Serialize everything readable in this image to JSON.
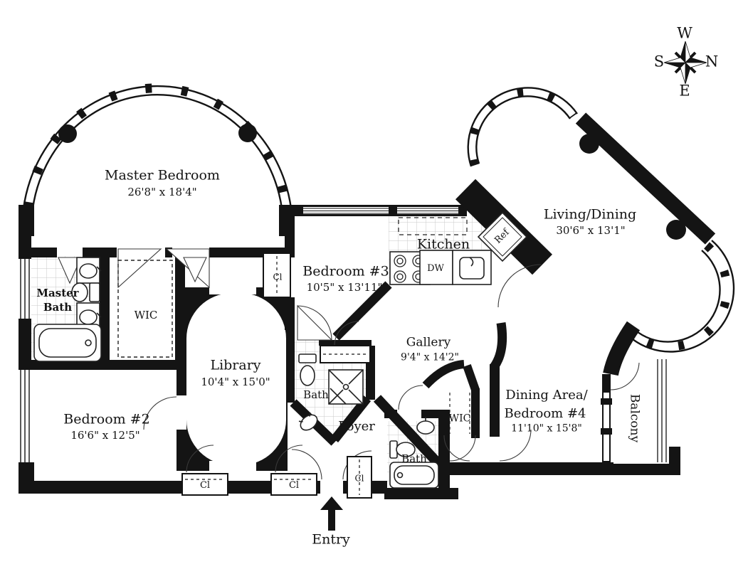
{
  "compass": {
    "w": "W",
    "n": "N",
    "s": "S",
    "e": "E"
  },
  "rooms": {
    "master_bedroom": {
      "name": "Master Bedroom",
      "dims": "26'8\" x 18'4\""
    },
    "master_bath": {
      "line1": "Master",
      "line2": "Bath"
    },
    "wic_master": {
      "name": "WIC"
    },
    "bedroom_2": {
      "name": "Bedroom #2",
      "dims": "16'6\" x 12'5\""
    },
    "library": {
      "name": "Library",
      "dims": "10'4\" x 15'0\""
    },
    "bedroom_3": {
      "name": "Bedroom #3",
      "dims": "10'5\" x 13'11\""
    },
    "kitchen": {
      "name": "Kitchen"
    },
    "gallery": {
      "name": "Gallery",
      "dims": "9'4\" x 14'2\""
    },
    "foyer": {
      "name": "Foyer"
    },
    "bath_1": {
      "name": "Bath"
    },
    "bath_2": {
      "name": "Bath"
    },
    "wic_hall": {
      "name": "WIC"
    },
    "dining_area": {
      "line1": "Dining Area/",
      "line2": "Bedroom #4",
      "dims": "11'10\" x 15'8\""
    },
    "living_dining": {
      "name": "Living/Dining",
      "dims": "30'6\" x 13'1\""
    },
    "balcony": {
      "name": "Balcony"
    },
    "entry": {
      "name": "Entry"
    }
  },
  "closets": {
    "library_hall": "Cl",
    "bottom_left": "Cl",
    "bottom_center": "Cl",
    "foyer": "Cl"
  },
  "appliances": {
    "ref": "Ref",
    "dw": "DW"
  }
}
